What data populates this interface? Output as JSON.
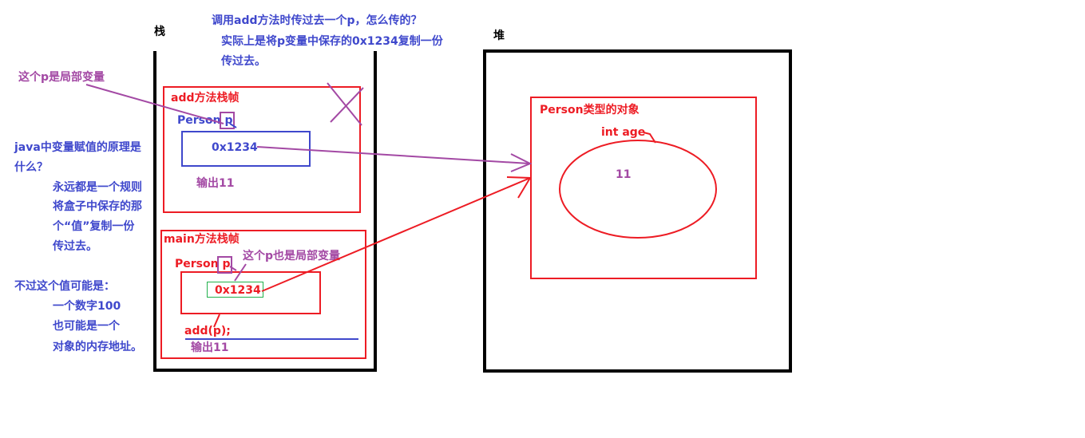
{
  "question": {
    "line1": "调用add方法时传过去一个p，怎么传的？",
    "line2": "实际上是将p变量中保存的0x1234复制一份",
    "line3": "传过去。"
  },
  "stack_label": "栈",
  "heap_label": "堆",
  "local_var_note": "这个p是局部变量",
  "add_frame": {
    "title": "add方法栈帧",
    "var_decl": "Person p",
    "value": "0x1234",
    "output": "输出11"
  },
  "main_frame": {
    "title": "main方法栈帧",
    "var_decl": "Person p",
    "local_var_note": "这个p也是局部变量",
    "value": "0x1234",
    "call": "add(p);",
    "output": "输出11"
  },
  "heap_object": {
    "title": "Person类型的对象",
    "field": "int age",
    "field_value": "11"
  },
  "principle": {
    "q1": "java中变量赋值的原理是",
    "q2": "什么？",
    "a1": "永远都是一个规则",
    "a2": "将盒子中保存的那",
    "a3": "个“值”复制一份",
    "a4": "传过去。",
    "b1": "不过这个值可能是：",
    "b2": "一个数字100",
    "b3": "也可能是一个",
    "b4": "对象的内存地址。"
  },
  "colors": {
    "red": "#ed1c24",
    "blue": "#3f48cc",
    "purple": "#a349a4",
    "green": "#22b14c",
    "black": "#000000"
  }
}
